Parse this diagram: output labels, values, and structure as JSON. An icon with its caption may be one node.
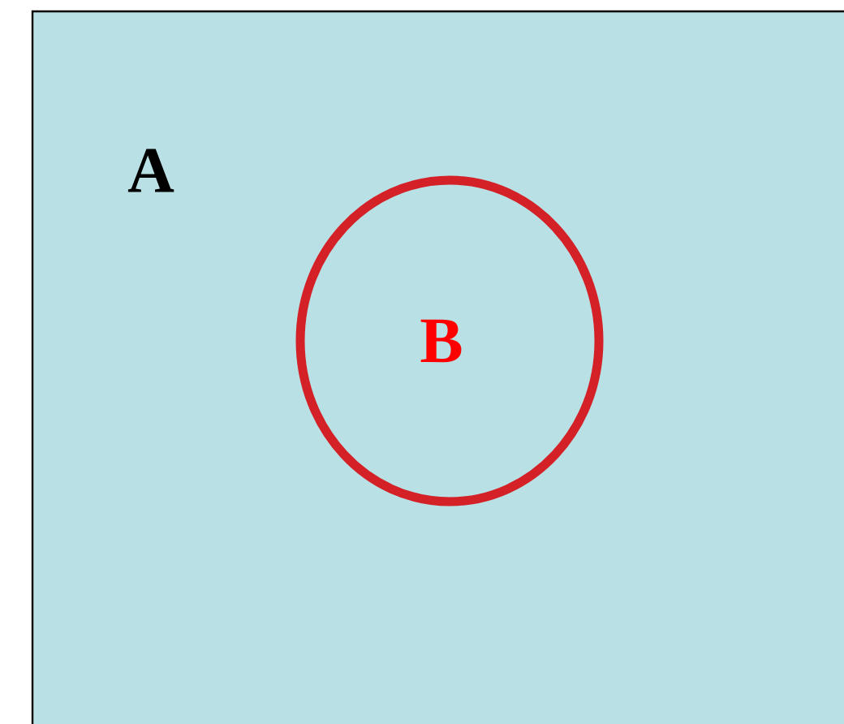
{
  "diagram": {
    "nodes": [
      {
        "text": [
          "A"
        ]
      },
      {
        "text": [
          "B"
        ],
        "in": 0
      }
    ]
  }
}
